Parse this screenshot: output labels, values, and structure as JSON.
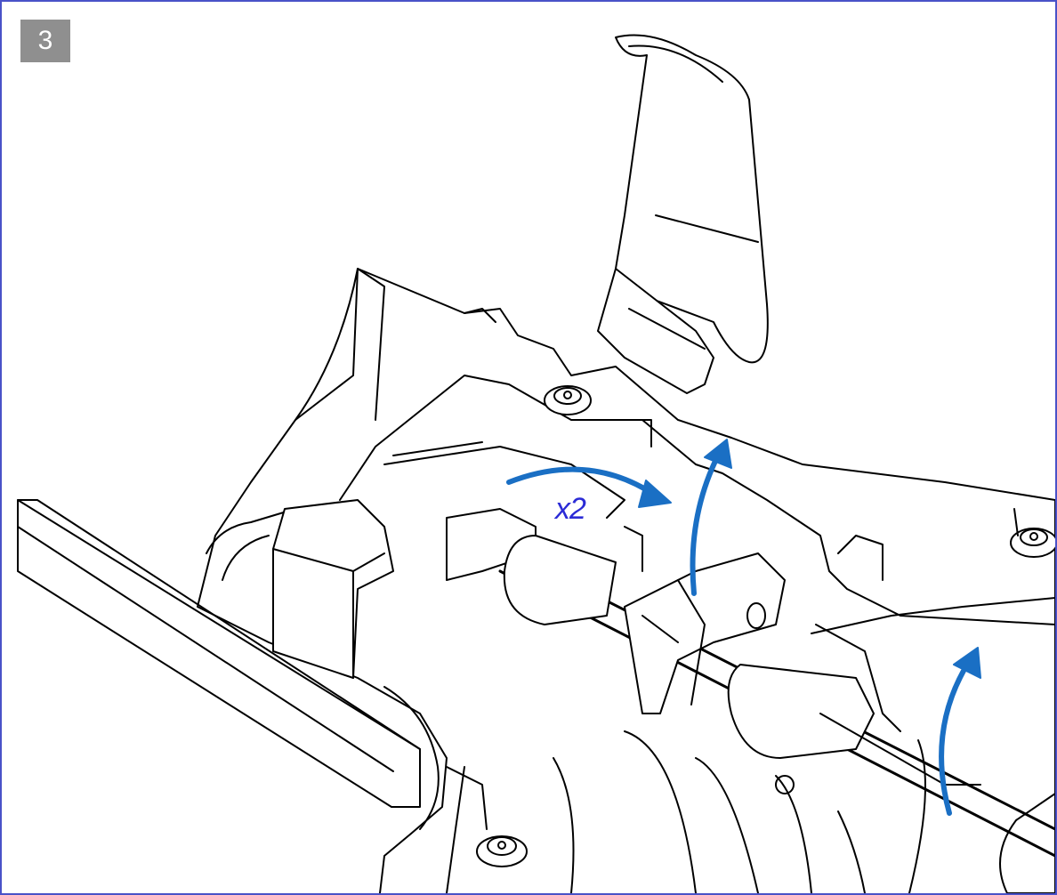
{
  "step": {
    "number": "3"
  },
  "annotations": {
    "multiplier": "x2"
  },
  "colors": {
    "frame_border": "#4a52c8",
    "step_badge": "#8f8f8f",
    "arrow": "#1a6fc4",
    "label": "#2b2bd6",
    "line_art": "#000000"
  },
  "icons": {
    "arrow_rotate": "curved-arrow-right",
    "arrow_lift": "curved-arrow-up"
  }
}
